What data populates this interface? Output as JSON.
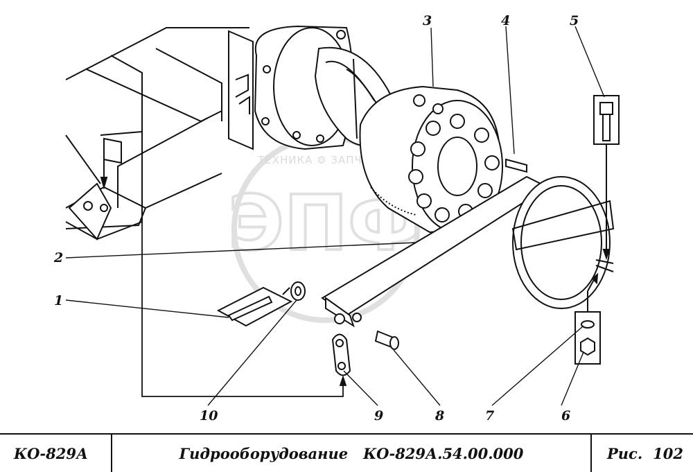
{
  "callouts": [
    "1",
    "2",
    "3",
    "4",
    "5",
    "6",
    "7",
    "8",
    "9",
    "10"
  ],
  "watermark": {
    "text": "ТЕХНИКА ⚙ ЗАПЧАСТИ",
    "logo": "ЭПФ"
  },
  "title_block": {
    "model": "КО-829А",
    "section": "Гидрооборудование",
    "assembly_code": "КО-829А.54.00.000",
    "figure_label": "Рис.",
    "figure_number": "102"
  },
  "colors": {
    "ink": "#111111",
    "watermark": "#c8c8c8"
  }
}
